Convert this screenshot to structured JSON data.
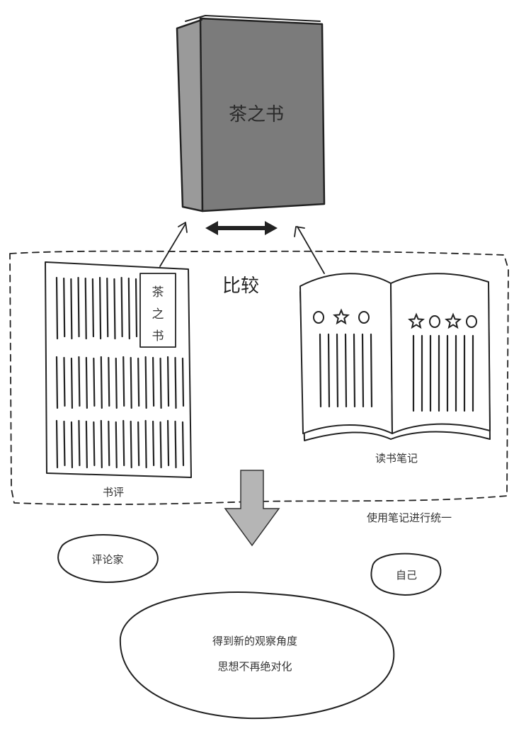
{
  "book": {
    "title": "茶之书"
  },
  "review": {
    "label": "书评",
    "inset_title": [
      "茶",
      "之",
      "书"
    ]
  },
  "notebook": {
    "label": "读书笔记",
    "left_marks": [
      "circle",
      "star",
      "circle"
    ],
    "right_marks": [
      "star",
      "circle",
      "star",
      "circle"
    ]
  },
  "compare": {
    "label": "比较"
  },
  "unify": {
    "label": "使用笔记进行统一"
  },
  "critic": {
    "label": "评论家"
  },
  "self": {
    "label": "自己"
  },
  "result": {
    "line1": "得到新的观察角度",
    "line2": "思想不再绝对化"
  },
  "colors": {
    "book_cover": "#7b7b7b",
    "book_spine": "#9a9a9a",
    "down_arrow": "#b5b5b5",
    "ink": "#222222"
  }
}
